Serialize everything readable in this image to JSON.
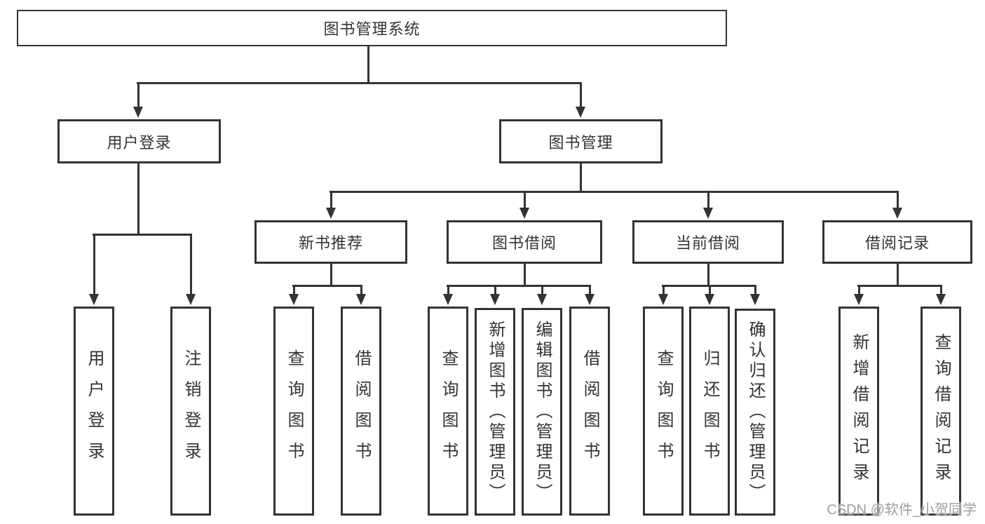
{
  "diagram_title": "图书管理系统",
  "colors": {
    "line": "#333333",
    "box_border": "#333333",
    "box_background": "#ffffff",
    "text": "#333333",
    "watermark": "#9e9e9e",
    "background": "#ffffff"
  },
  "watermark": {
    "text": "CSDN @软件_小贺同学"
  },
  "tree": {
    "label": "图书管理系统",
    "children": [
      {
        "label": "用户登录",
        "children": [
          {
            "label": "用户登录"
          },
          {
            "label": "注销登录"
          }
        ]
      },
      {
        "label": "图书管理",
        "children": [
          {
            "label": "新书推荐",
            "children": [
              {
                "label": "查询图书"
              },
              {
                "label": "借阅图书"
              }
            ]
          },
          {
            "label": "图书借阅",
            "children": [
              {
                "label": "查询图书"
              },
              {
                "label": "新增图书（管理员）"
              },
              {
                "label": "编辑图书（管理员）"
              },
              {
                "label": "借阅图书"
              }
            ]
          },
          {
            "label": "当前借阅",
            "children": [
              {
                "label": "查询图书"
              },
              {
                "label": "归还图书"
              },
              {
                "label": "确认归还（管理员）"
              }
            ]
          },
          {
            "label": "借阅记录",
            "children": [
              {
                "label": "新增借阅记录"
              },
              {
                "label": "查询借阅记录"
              }
            ]
          }
        ]
      }
    ]
  }
}
